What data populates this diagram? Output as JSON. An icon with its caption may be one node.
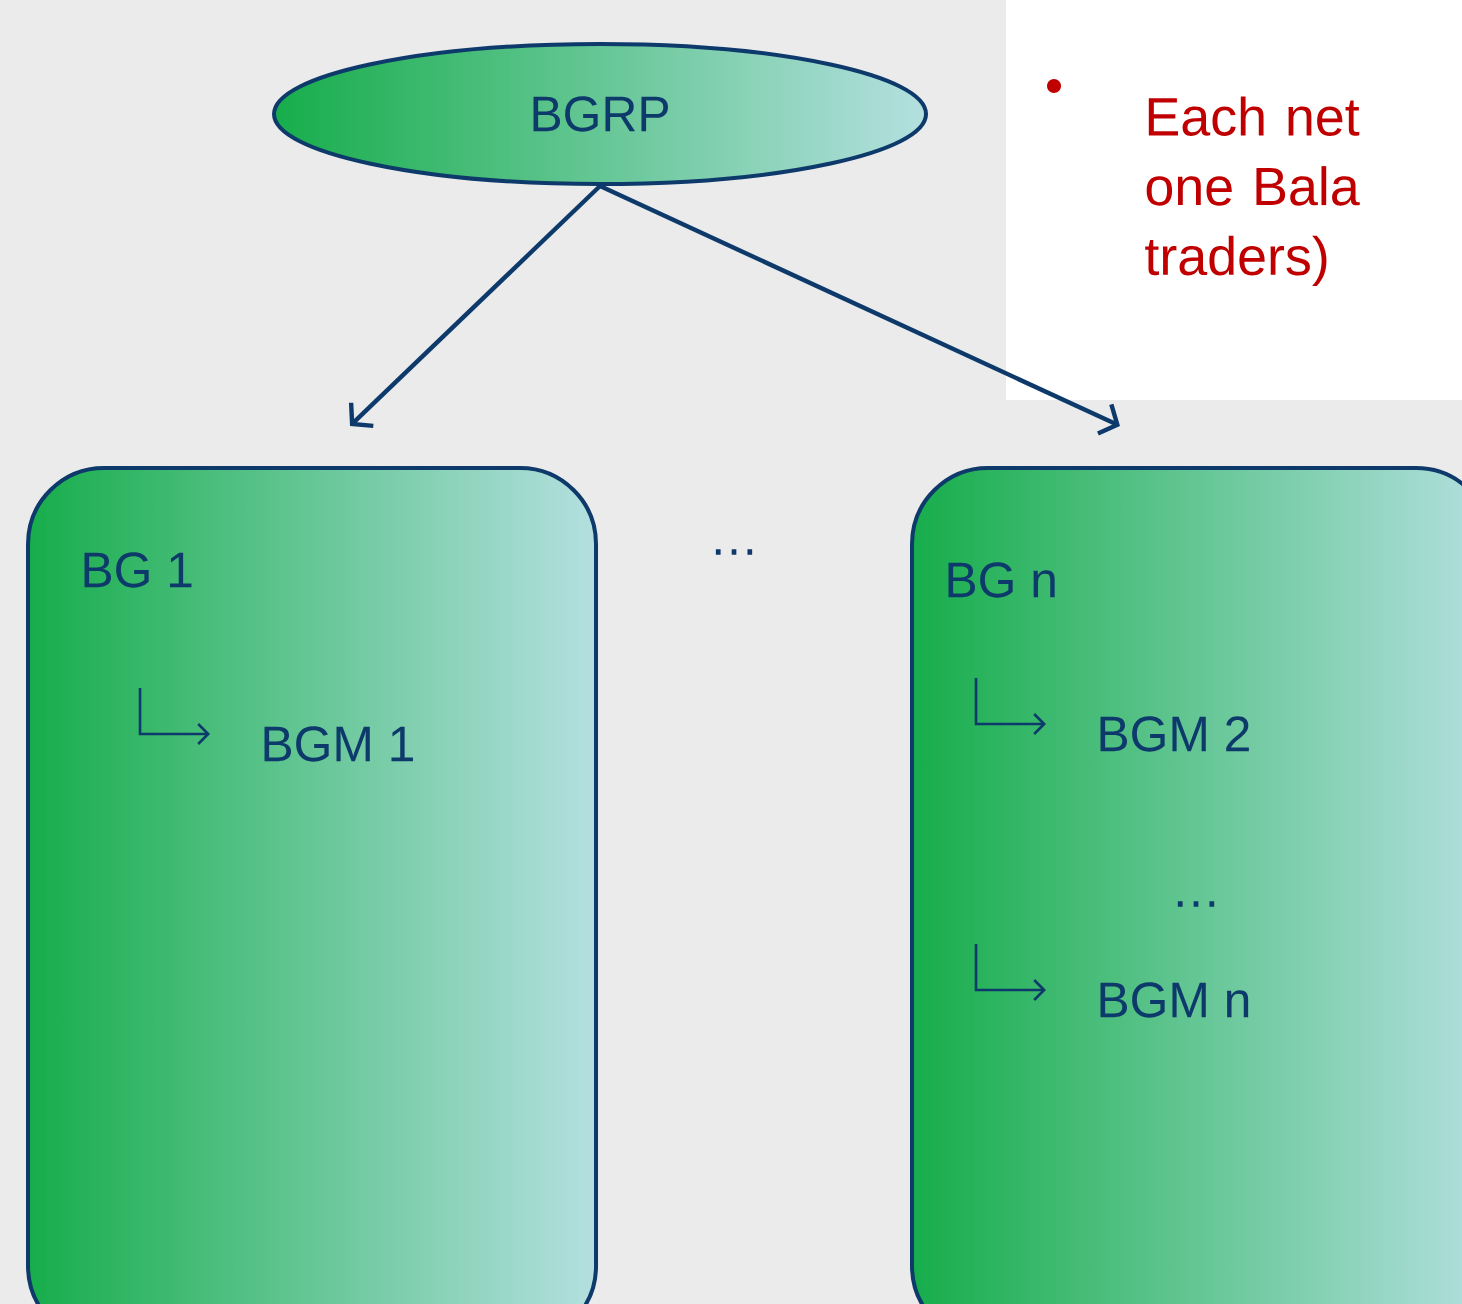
{
  "diagram": {
    "nodes": [
      {
        "text": [
          "BGRP"
        ]
      },
      {
        "text": [
          "BG 1",
          "BGM 1"
        ]
      },
      {
        "text": [
          "BG n",
          "BGM 2",
          "…",
          "BGM n"
        ]
      }
    ],
    "edges": [
      {
        "from": 0,
        "to": 1,
        "arrow": "to"
      },
      {
        "from": 0,
        "to": 2,
        "arrow": "to"
      }
    ],
    "labels": [
      "…",
      "Each net one Bala traders)"
    ]
  }
}
